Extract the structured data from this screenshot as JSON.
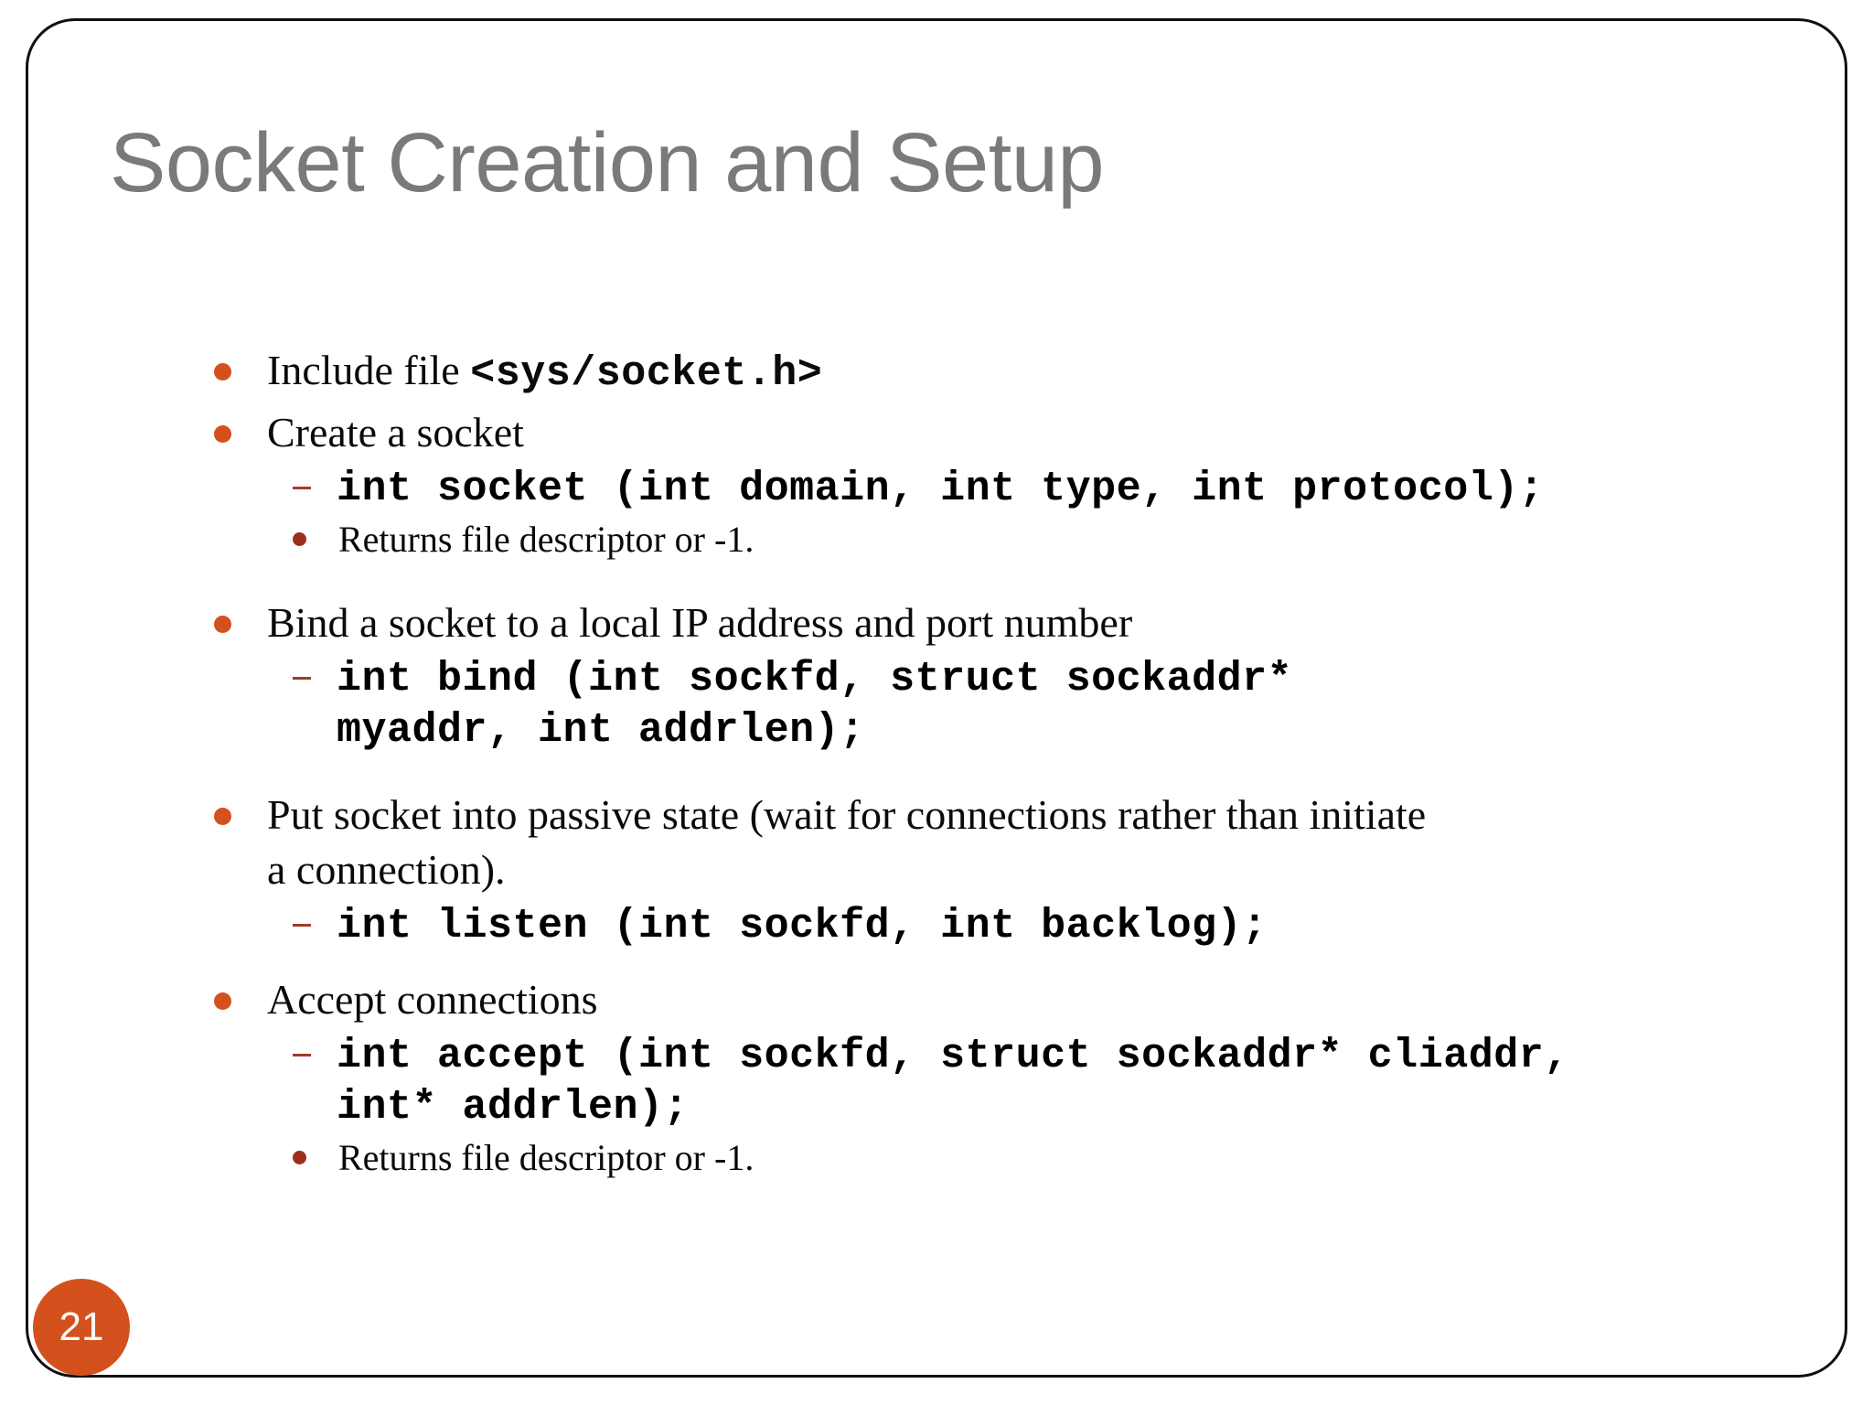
{
  "slide": {
    "title": "Socket Creation and Setup",
    "page_number": "21",
    "accent_color": "#d4511e",
    "title_color": "#7a7a7a",
    "sub_marker_color": "#a33a2a",
    "bullets": [
      {
        "text_plain": "Include file ",
        "text_code": "<sys/socket.h>"
      },
      {
        "text_plain": "Create a socket"
      },
      {
        "text_plain": "Bind a socket to a local IP address and port number"
      },
      {
        "text_plain": "Put socket into passive state (wait for connections rather than initiate a connection)."
      },
      {
        "text_plain": "Accept connections"
      }
    ],
    "code_lines": {
      "socket": "int socket (int domain, int type, int protocol);",
      "bind": "int bind (int sockfd, struct sockaddr* myaddr, int addrlen);",
      "listen": "int listen (int sockfd, int backlog);",
      "accept": "int accept (int sockfd, struct sockaddr* cliaddr, int* addrlen);"
    },
    "notes": {
      "returns_socket": "Returns file descriptor or -1.",
      "returns_accept": "Returns file descriptor or -1."
    }
  }
}
